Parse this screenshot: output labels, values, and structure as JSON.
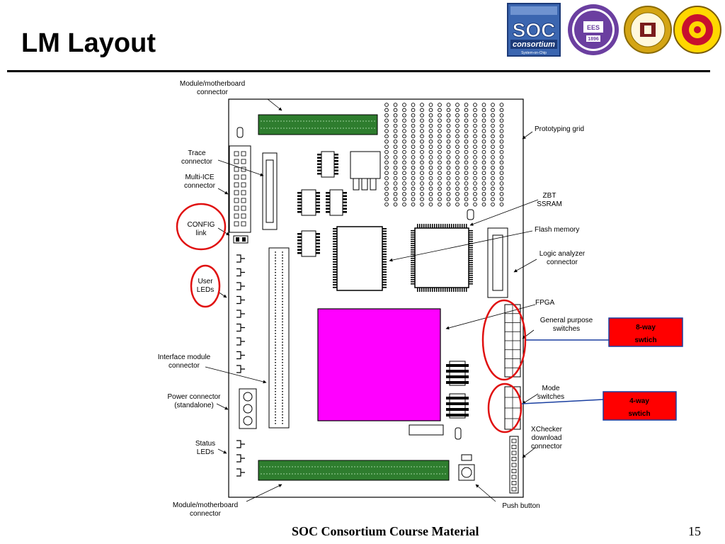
{
  "slide": {
    "title": "LM Layout",
    "footer": "SOC Consortium Course Material",
    "page_number": "15"
  },
  "logos": [
    {
      "name": "soc-consortium-logo",
      "text_main": "SOC",
      "text_sub": "consortium",
      "tagline": "System-on-Chip",
      "bg": "#3b66b0"
    },
    {
      "name": "ee-department-seal",
      "text": "EES",
      "year": "1896",
      "color": "#6b3fa0"
    },
    {
      "name": "university-seal",
      "color": "#d4a514"
    },
    {
      "name": "academy-seal",
      "color": "#c8102e"
    }
  ],
  "labels": {
    "module_top_1": "Module/motherboard",
    "module_top_2": "connector",
    "prototyping_grid": "Prototyping grid",
    "trace_1": "Trace",
    "trace_2": "connector",
    "multi_ice_1": "Multi-ICE",
    "multi_ice_2": "connector",
    "config_1": "CONFIG",
    "config_2": "link",
    "zbt_1": "ZBT",
    "zbt_2": "SSRAM",
    "flash_memory": "Flash memory",
    "logic_1": "Logic analyzer",
    "logic_2": "connector",
    "user_leds_1": "User",
    "user_leds_2": "LEDs",
    "fpga": "FPGA",
    "gp_switches_1": "General purpose",
    "gp_switches_2": "switches",
    "interface_1": "Interface module",
    "interface_2": "connector",
    "mode_1": "Mode",
    "mode_2": "switches",
    "power_1": "Power connector",
    "power_2": "(standalone)",
    "xchecker_1": "XChecker",
    "xchecker_2": "download",
    "xchecker_3": "connector",
    "status_1": "Status",
    "status_2": "LEDs",
    "module_bot_1": "Module/motherboard",
    "module_bot_2": "connector",
    "push_button": "Push button"
  },
  "callouts": {
    "eight_way_1": "8-way",
    "eight_way_2": "swtich",
    "four_way_1": "4-way",
    "four_way_2": "swtich"
  },
  "colors": {
    "connector_green": "#2e7d2e",
    "fpga_magenta": "#ff00ff",
    "highlight_red": "#e01010",
    "callout_fill": "#ff0000",
    "callout_border": "#1a3fa0"
  }
}
